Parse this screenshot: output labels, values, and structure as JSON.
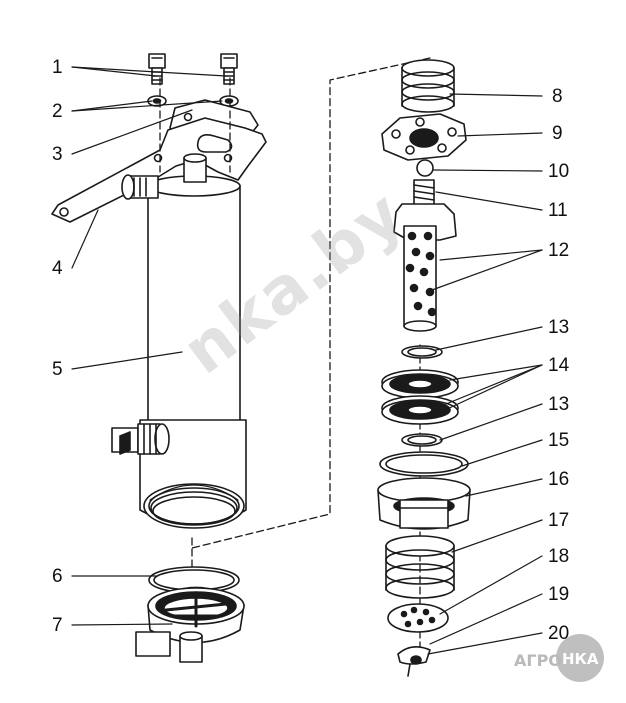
{
  "diagram": {
    "callouts": [
      {
        "id": "c1",
        "text": "1"
      },
      {
        "id": "c2",
        "text": "2"
      },
      {
        "id": "c3",
        "text": "3"
      },
      {
        "id": "c4",
        "text": "4"
      },
      {
        "id": "c5",
        "text": "5"
      },
      {
        "id": "c6",
        "text": "6"
      },
      {
        "id": "c7",
        "text": "7"
      },
      {
        "id": "c8",
        "text": "8"
      },
      {
        "id": "c9",
        "text": "9"
      },
      {
        "id": "c10",
        "text": "10"
      },
      {
        "id": "c11",
        "text": "11"
      },
      {
        "id": "c12",
        "text": "12"
      },
      {
        "id": "c13a",
        "text": "13"
      },
      {
        "id": "c14",
        "text": "14"
      },
      {
        "id": "c13b",
        "text": "13"
      },
      {
        "id": "c15",
        "text": "15"
      },
      {
        "id": "c16",
        "text": "16"
      },
      {
        "id": "c17",
        "text": "17"
      },
      {
        "id": "c18",
        "text": "18"
      },
      {
        "id": "c19",
        "text": "19"
      },
      {
        "id": "c20",
        "text": "20"
      }
    ],
    "watermark": "nka.by",
    "logo": {
      "left_text": "АГРО",
      "right_text": "НКА"
    },
    "colors": {
      "line": "#1a1a1a",
      "watermark": "#969696",
      "logo": "#b9b9b9"
    }
  }
}
